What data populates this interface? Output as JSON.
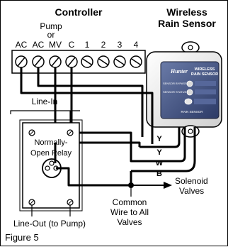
{
  "controller": {
    "title": "Controller",
    "pump_label": "Pump",
    "or_label": "or",
    "terminals": [
      "AC",
      "AC",
      "MV",
      "C",
      "1",
      "2",
      "3",
      "4"
    ]
  },
  "sensor": {
    "title_line1": "Wireless",
    "title_line2": "Rain Sensor",
    "brand": "Hunter",
    "panel_title_line1": "WIRELESS",
    "panel_title_line2": "RAIN SENSOR",
    "bypass_label": "SENSOR BYPASS",
    "status_label": "SENSOR STATUS",
    "footer_label": "RAIN SENSOR"
  },
  "relay": {
    "line_in": "Line-In",
    "label_line1": "Normally-",
    "label_line2": "Open Relay",
    "line_out": "Line-Out (to Pump)"
  },
  "wires": {
    "y1": "Y",
    "y2": "Y",
    "w": "W",
    "b": "B"
  },
  "annotations": {
    "solenoid_line1": "Solenoid",
    "solenoid_line2": "Valves",
    "common_line1": "Common",
    "common_line2": "Wire to All",
    "common_line3": "Valves"
  },
  "figure_label": "Figure 5"
}
